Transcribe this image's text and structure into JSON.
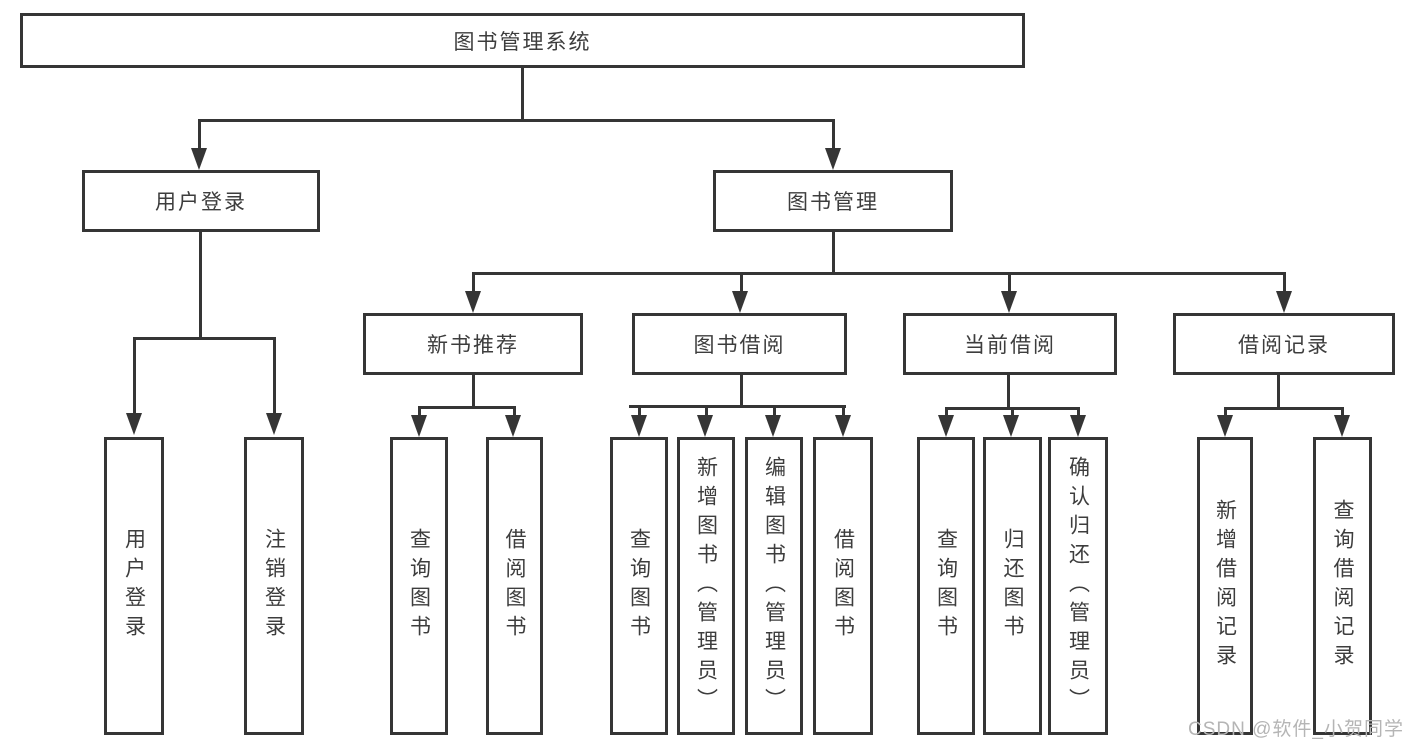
{
  "colors": {
    "line": "#353535",
    "text": "#3d3d3d",
    "watermark": "#b5b5b5",
    "background": "#ffffff"
  },
  "watermark": "CSDN @软件_小贺同学",
  "tree": {
    "label": "图书管理系统",
    "children": [
      {
        "label": "用户登录",
        "children": [
          {
            "label": "用户登录"
          },
          {
            "label": "注销登录"
          }
        ]
      },
      {
        "label": "图书管理",
        "children": [
          {
            "label": "新书推荐",
            "children": [
              {
                "label": "查询图书"
              },
              {
                "label": "借阅图书"
              }
            ]
          },
          {
            "label": "图书借阅",
            "children": [
              {
                "label": "查询图书"
              },
              {
                "label": "新增图书（管理员）"
              },
              {
                "label": "编辑图书（管理员）"
              },
              {
                "label": "借阅图书"
              }
            ]
          },
          {
            "label": "当前借阅",
            "children": [
              {
                "label": "查询图书"
              },
              {
                "label": "归还图书"
              },
              {
                "label": "确认归还（管理员）"
              }
            ]
          },
          {
            "label": "借阅记录",
            "children": [
              {
                "label": "新增借阅记录"
              },
              {
                "label": "查询借阅记录"
              }
            ]
          }
        ]
      }
    ]
  }
}
